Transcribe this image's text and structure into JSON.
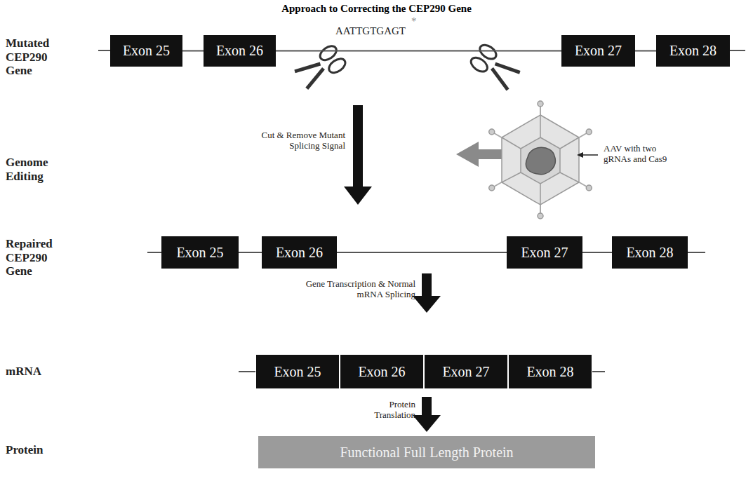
{
  "diagram": {
    "title": "Approach to Correcting the CEP290 Gene",
    "nodes": [
      {
        "text": [
          "Exon 25"
        ]
      },
      {
        "text": [
          "Exon 26"
        ]
      },
      {
        "text": [
          "Exon 27"
        ]
      },
      {
        "text": [
          "Exon 28"
        ]
      },
      {
        "text": [
          "Exon 25"
        ]
      },
      {
        "text": [
          "Exon 26"
        ]
      },
      {
        "text": [
          "Exon 27"
        ]
      },
      {
        "text": [
          "Exon 28"
        ]
      },
      {
        "text": [
          "Exon 25"
        ]
      },
      {
        "text": [
          "Exon 26"
        ]
      },
      {
        "text": [
          "Exon 27"
        ]
      },
      {
        "text": [
          "Exon 28"
        ]
      },
      {
        "text": [
          "Functional Full Length Protein"
        ]
      }
    ],
    "edges": [
      {
        "from": 0,
        "to": 1,
        "arrow": "none"
      },
      {
        "from": 1,
        "to": 2,
        "arrow": "none"
      },
      {
        "from": 2,
        "to": 3,
        "arrow": "none"
      },
      {
        "from": 4,
        "to": 5,
        "arrow": "none"
      },
      {
        "from": 5,
        "to": 6,
        "arrow": "none"
      },
      {
        "from": 6,
        "to": 7,
        "arrow": "none"
      }
    ],
    "labels": [
      "Mutated CEP290 Gene",
      "Genome Editing",
      "Repaired CEP290 Gene",
      "mRNA",
      "Protein",
      "AATTGTGAGT",
      "*",
      "Cut & Remove Mutant Splicing Signal",
      "AAV with two gRNAs and Cas9",
      "Gene Transcription & Normal mRNA Splicing",
      "Protein Translation"
    ]
  }
}
